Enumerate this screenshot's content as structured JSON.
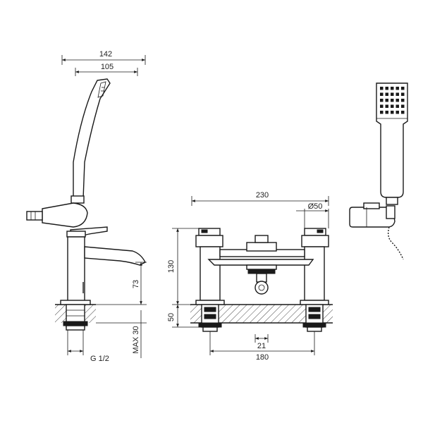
{
  "colors": {
    "ink": "#1a1a1a",
    "paper": "#ffffff"
  },
  "dimensions": {
    "side_total_width": "142",
    "side_handset_width": "105",
    "side_spout_height": "73",
    "side_deck_max": "MAX 30",
    "side_thread": "G 1/2",
    "front_total_width": "230",
    "front_diameter": "Ø50",
    "front_height": "130",
    "front_base": "50",
    "front_small_width": "21",
    "front_centres": "180"
  }
}
